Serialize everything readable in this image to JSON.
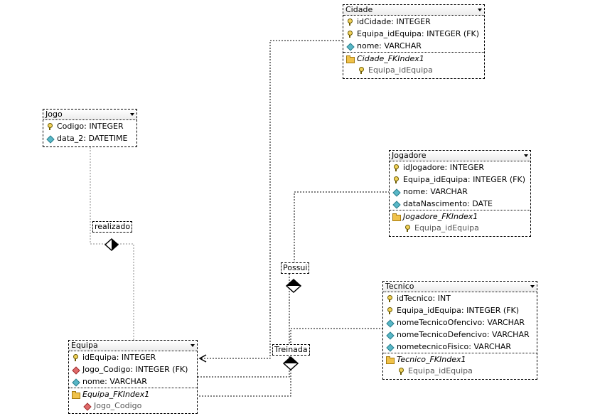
{
  "entities": {
    "cidade": {
      "title": "Cidade",
      "rows": [
        "idCidade: INTEGER",
        "Equipa_idEquipa: INTEGER (FK)",
        "nome: VARCHAR"
      ],
      "index_name": "Cidade_FKIndex1",
      "index_cols": [
        "Equipa_idEquipa"
      ]
    },
    "jogo": {
      "title": "Jogo",
      "rows": [
        "Codigo: INTEGER",
        "data_2: DATETIME"
      ]
    },
    "jogadore": {
      "title": "Jogadore",
      "rows": [
        "idJogadore: INTEGER",
        "Equipa_idEquipa: INTEGER (FK)",
        "nome: VARCHAR",
        "dataNascimento: DATE"
      ],
      "index_name": "Jogadore_FKIndex1",
      "index_cols": [
        "Equipa_idEquipa"
      ]
    },
    "tecnico": {
      "title": "Tecnico",
      "rows": [
        "idTecnico: INT",
        "Equipa_idEquipa: INTEGER (FK)",
        "nomeTecnicoOfencivo: VARCHAR",
        "nomeTecnicoDefencivo: VARCHAR",
        "nometecnicoFisico: VARCHAR"
      ],
      "index_name": "Tecnico_FKIndex1",
      "index_cols": [
        "Equipa_idEquipa"
      ]
    },
    "equipa": {
      "title": "Equipa",
      "rows": [
        "idEquipa: INTEGER",
        "Jogo_Codigo: INTEGER (FK)",
        "nome: VARCHAR"
      ],
      "index_name": "Equipa_FKIndex1",
      "index_cols": [
        "Jogo_Codigo"
      ]
    }
  },
  "relationships": {
    "realizado": "realizado",
    "possui": "Possui",
    "treinada": "Treinada"
  },
  "colors": {
    "key_icon": "#f2d25a",
    "attribute_icon": "#58b7c7",
    "fk_icon": "#e06a6a",
    "index_icon": "#f0c24a"
  }
}
